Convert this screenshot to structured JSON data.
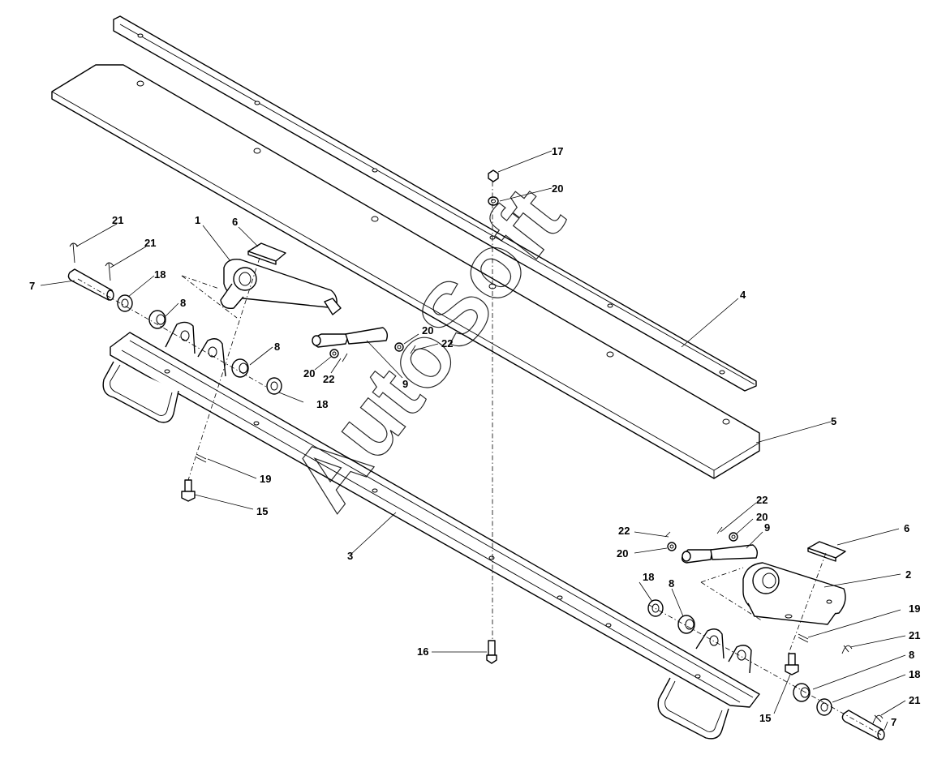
{
  "diagram": {
    "watermark": "AutoSoft",
    "callouts": [
      "1",
      "2",
      "3",
      "4",
      "5",
      "6",
      "6",
      "7",
      "7",
      "8",
      "8",
      "8",
      "8",
      "9",
      "9",
      "15",
      "15",
      "16",
      "17",
      "18",
      "18",
      "18",
      "18",
      "19",
      "19",
      "20",
      "20",
      "20",
      "20",
      "20",
      "21",
      "21",
      "21",
      "21",
      "22",
      "22",
      "22",
      "22"
    ]
  },
  "colors": {
    "ink": "#000000",
    "paper": "#ffffff"
  }
}
